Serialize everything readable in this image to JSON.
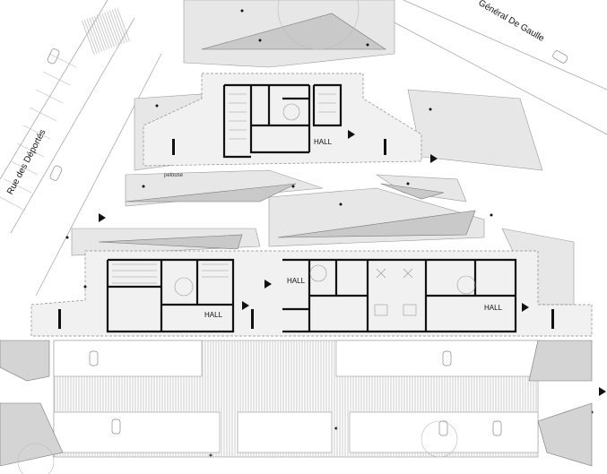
{
  "streets": {
    "left": "Rue des Déportés",
    "top_right": "Général De Gaulle"
  },
  "rooms": {
    "hall_top": "HALL",
    "hall_left": "HALL",
    "hall_mid": "HALL",
    "hall_right": "HALL"
  },
  "landscape": {
    "lawn": "pelouse"
  },
  "colors": {
    "paving": "#e7e7e7",
    "wall": "#111111",
    "line": "#999999",
    "hatch": "#b5b5b5"
  }
}
